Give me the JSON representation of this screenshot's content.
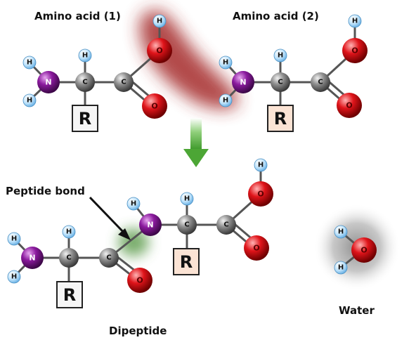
{
  "labels": {
    "amino_acid_1": "Amino acid (1)",
    "amino_acid_2": "Amino acid (2)",
    "peptide_bond": "Peptide bond",
    "dipeptide": "Dipeptide",
    "water": "Water"
  },
  "atoms": {
    "hydrogen": "H",
    "nitrogen": "N",
    "carbon": "C",
    "oxygen": "O",
    "r_group": "R"
  },
  "colors": {
    "hydrogen": "#bfe3fb",
    "nitrogen": "#8b1a9e",
    "carbon": "#8f8f8f",
    "oxygen": "#e0141a",
    "r_box_plain": "#f5f5f5",
    "r_box_peach": "#fbe3d4",
    "bond": "#555555",
    "reaction_arrow": "#4ca635",
    "highlight_red": "#a52a2a",
    "highlight_green": "#5a9a4a",
    "water_shadow": "#888888"
  }
}
